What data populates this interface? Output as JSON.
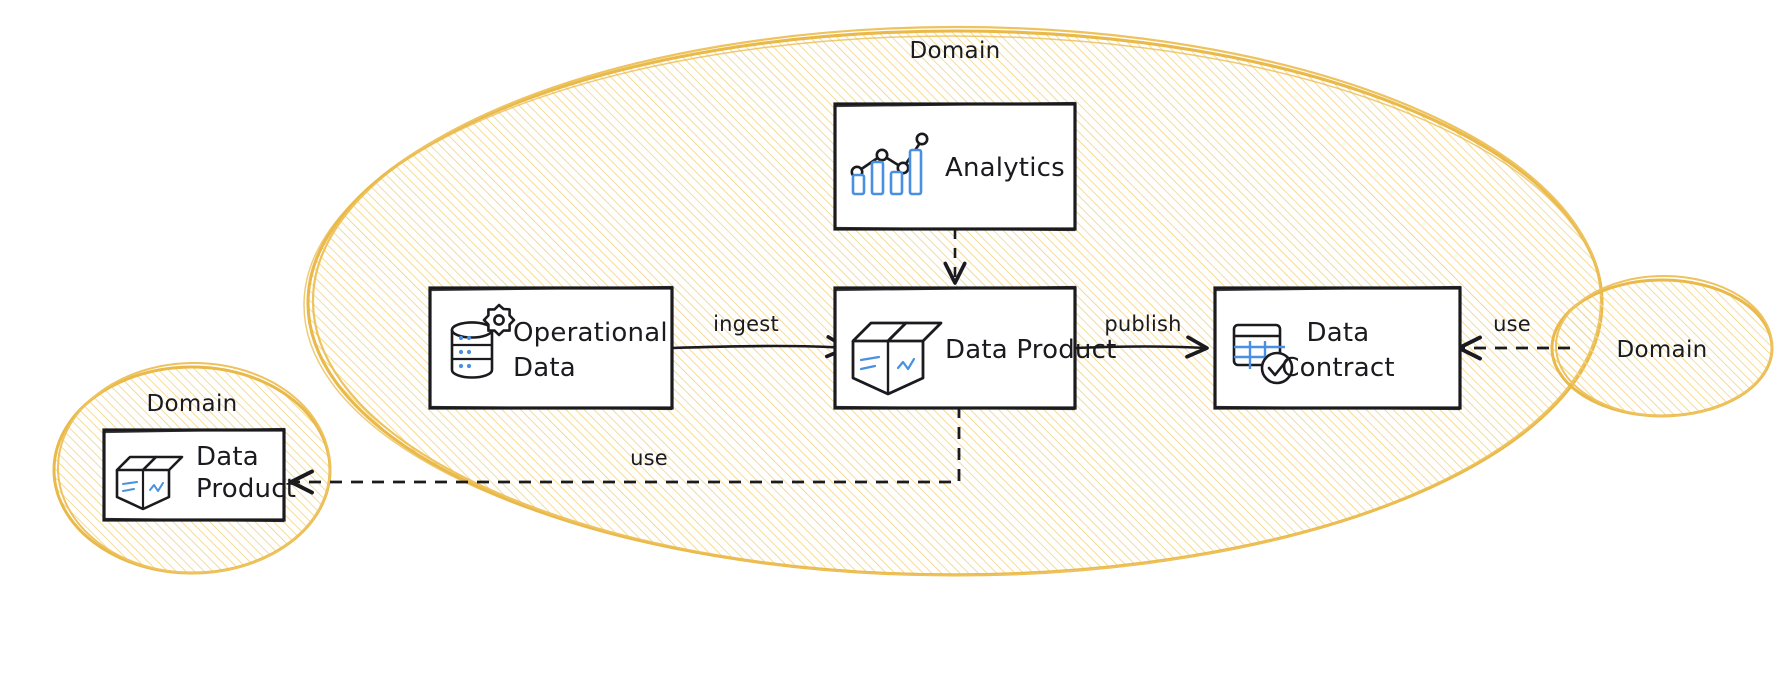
{
  "diagram": {
    "title": "Data Mesh Domain Diagram",
    "style": "hand-drawn-sketch",
    "colors": {
      "domain_stroke": "#e9b949",
      "domain_hatch": "#f2cf72",
      "node_stroke": "#1b1b1f",
      "node_fill": "#ffffff",
      "edge_stroke": "#1b1b1f",
      "icon_accent": "#4a90e2",
      "text": "#1b1b1f",
      "background": "#ffffff"
    },
    "containers": [
      {
        "id": "domain-main",
        "label": "Domain",
        "shape": "ellipse",
        "label_position": "top"
      },
      {
        "id": "domain-left",
        "label": "Domain",
        "shape": "ellipse",
        "label_position": "top"
      },
      {
        "id": "domain-right",
        "label": "Domain",
        "shape": "ellipse",
        "label_position": "center"
      }
    ],
    "nodes": [
      {
        "id": "analytics",
        "label": "Analytics",
        "icon": "analytics-chart-icon",
        "container": "domain-main"
      },
      {
        "id": "operational-data",
        "label": "Operational\nData",
        "line1": "Operational",
        "line2": "Data",
        "icon": "database-gear-icon",
        "container": "domain-main"
      },
      {
        "id": "data-product",
        "label": "Data Product",
        "icon": "open-box-icon",
        "container": "domain-main"
      },
      {
        "id": "data-contract",
        "label": "Data\nContract",
        "line1": "Data",
        "line2": "Contract",
        "icon": "table-check-icon",
        "container": "domain-main"
      },
      {
        "id": "data-product-left",
        "label": "Data\nProduct",
        "line1": "Data",
        "line2": "Product",
        "icon": "open-box-icon",
        "container": "domain-left"
      }
    ],
    "edges": [
      {
        "id": "edge-ingest",
        "label": "ingest",
        "from": "operational-data",
        "to": "data-product",
        "style": "solid",
        "arrow": "open"
      },
      {
        "id": "edge-publish",
        "label": "publish",
        "from": "data-product",
        "to": "data-contract",
        "style": "solid",
        "arrow": "open"
      },
      {
        "id": "edge-use-left",
        "label": "use",
        "from": "data-product",
        "to": "data-product-left",
        "style": "dashed",
        "arrow": "open"
      },
      {
        "id": "edge-use-right",
        "label": "use",
        "from": "domain-right",
        "to": "data-contract",
        "style": "dashed",
        "arrow": "open"
      },
      {
        "id": "edge-analytics",
        "label": "",
        "from": "analytics",
        "to": "data-product",
        "style": "dashed",
        "arrow": "open"
      }
    ]
  }
}
